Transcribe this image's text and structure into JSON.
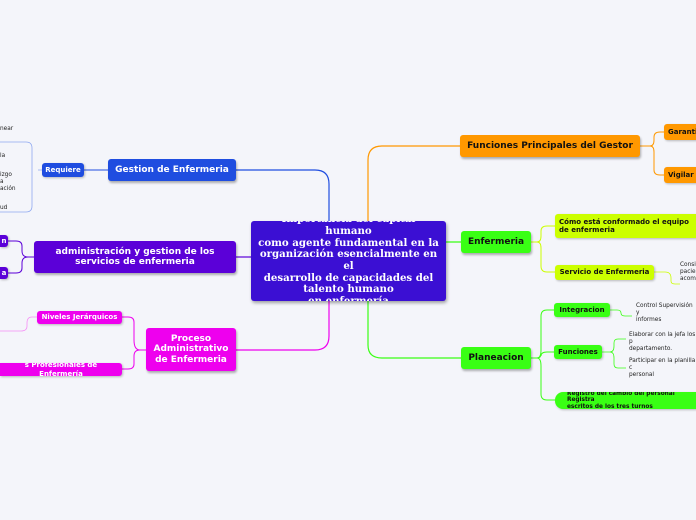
{
  "central": {
    "title": "Importancia del capital humano\ncomo agente fundamental en la\norganización esencialmente en el\ndesarrollo de capacidades del\ntalento humano\nen enfermería"
  },
  "nodes": {
    "funciones_gestor": "Funciones Principales del Gestor",
    "garantizar": "Garantizar",
    "vigilar": "Vigilar",
    "enfermeria": "Enfermeria",
    "como_esta": "Cómo está conformado el equipo de enfermeria",
    "servicio": "Servicio de Enfermeria",
    "servicio_leaf": "Consi\npacien\nacomp",
    "planeacion": "Planeacion",
    "integracion": "Integracion",
    "integracion_leaf": "Control Supervisión y\ninformes",
    "funciones": "Funciones",
    "funciones_leaf1": "Elaborar con la jefa los p\ndepartamento.",
    "funciones_leaf2": "Participar en la planilla c\npersonal",
    "registro": "Registro del cambio del personal Registra\nescritos de los tres turnos",
    "gestion": "Gestion de Enfermeria",
    "requiere": "Requiere",
    "requiere_leaves": [
      "near",
      "la",
      "izgo\na\nación",
      "ud"
    ],
    "admin": "administración y gestion de los\nservicios de enfermeria",
    "admin_left1": "n",
    "admin_left2": "a",
    "proceso": "Proceso\nAdministrativo\nde Enfermeria",
    "niveles": "Niveles Jerárquicos",
    "profesionales": "s Profesionales de Enfermería"
  },
  "colors": {
    "central": "#3b0fd3",
    "orange": "#ff9800",
    "green": "#39ff14",
    "lime": "#ccff00",
    "blue": "#1f4de0",
    "purple": "#5b00d8",
    "magenta": "#ee00ee"
  }
}
